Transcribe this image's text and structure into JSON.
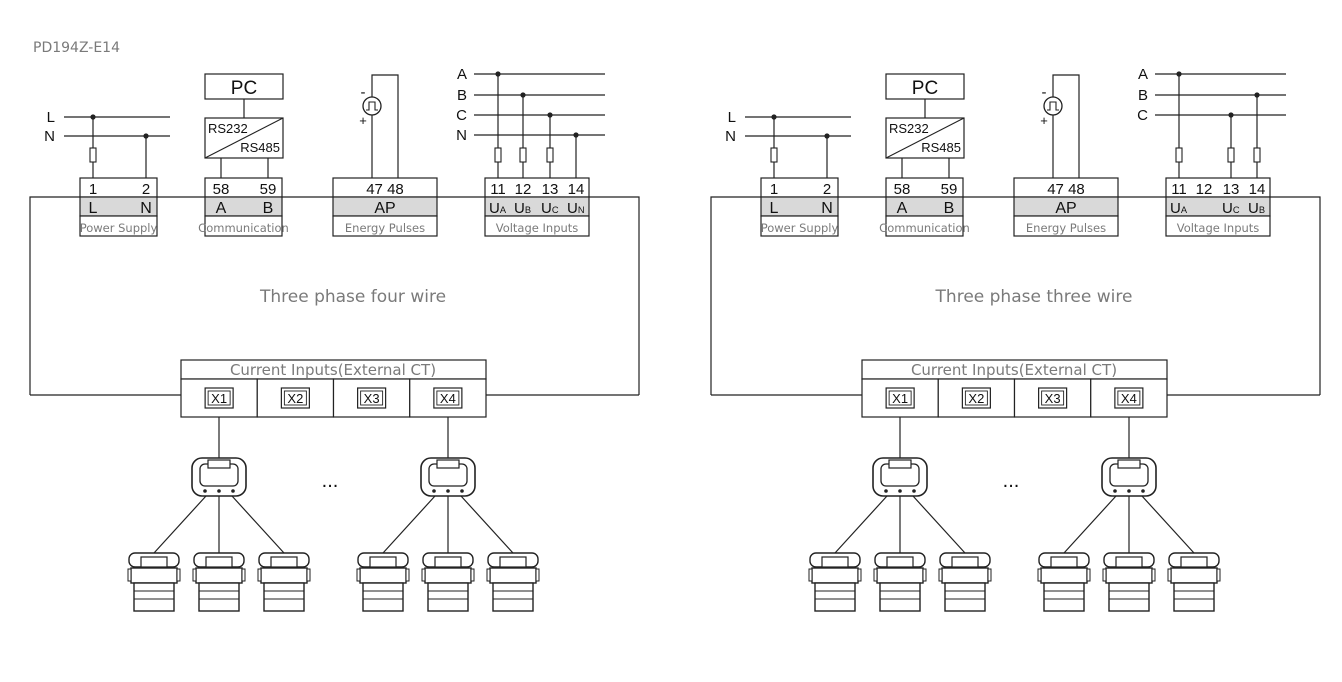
{
  "model": "PD194Z-E14",
  "diagrams": [
    {
      "caption": "Three phase four wire",
      "power": {
        "line_labels": [
          "L",
          "N"
        ],
        "terminals": [
          "1",
          "2"
        ],
        "pins": [
          "L",
          "N"
        ],
        "group": "Power Supply"
      },
      "comm": {
        "pc": "PC",
        "converter_top": "RS232",
        "converter_bottom": "RS485",
        "terminals": [
          "58",
          "59"
        ],
        "pins": [
          "A",
          "B"
        ],
        "group": "Communication"
      },
      "pulse": {
        "terminals": "47 48",
        "pin": "AP",
        "group": "Energy Pulses",
        "minus": "-",
        "plus": "+"
      },
      "voltage": {
        "line_labels": [
          "A",
          "B",
          "C",
          "N"
        ],
        "terminals": [
          "11",
          "12",
          "13",
          "14"
        ],
        "pins": [
          "A",
          "B",
          "C",
          "N"
        ],
        "group": "Voltage Inputs"
      },
      "current": {
        "header": "Current Inputs(External CT)",
        "ports": [
          "X1",
          "X2",
          "X3",
          "X4"
        ],
        "ellipsis": "..."
      }
    },
    {
      "caption": "Three phase three wire",
      "power": {
        "line_labels": [
          "L",
          "N"
        ],
        "terminals": [
          "1",
          "2"
        ],
        "pins": [
          "L",
          "N"
        ],
        "group": "Power Supply"
      },
      "comm": {
        "pc": "PC",
        "converter_top": "RS232",
        "converter_bottom": "RS485",
        "terminals": [
          "58",
          "59"
        ],
        "pins": [
          "A",
          "B"
        ],
        "group": "Communication"
      },
      "pulse": {
        "terminals": "47 48",
        "pin": "AP",
        "group": "Energy Pulses",
        "minus": "-",
        "plus": "+"
      },
      "voltage": {
        "line_labels": [
          "A",
          "B",
          "C"
        ],
        "terminals": [
          "11",
          "12",
          "13",
          "14"
        ],
        "pins": [
          "A",
          "",
          "C",
          "B"
        ],
        "group": "Voltage Inputs"
      },
      "current": {
        "header": "Current Inputs(External CT)",
        "ports": [
          "X1",
          "X2",
          "X3",
          "X4"
        ],
        "ellipsis": "..."
      }
    }
  ]
}
